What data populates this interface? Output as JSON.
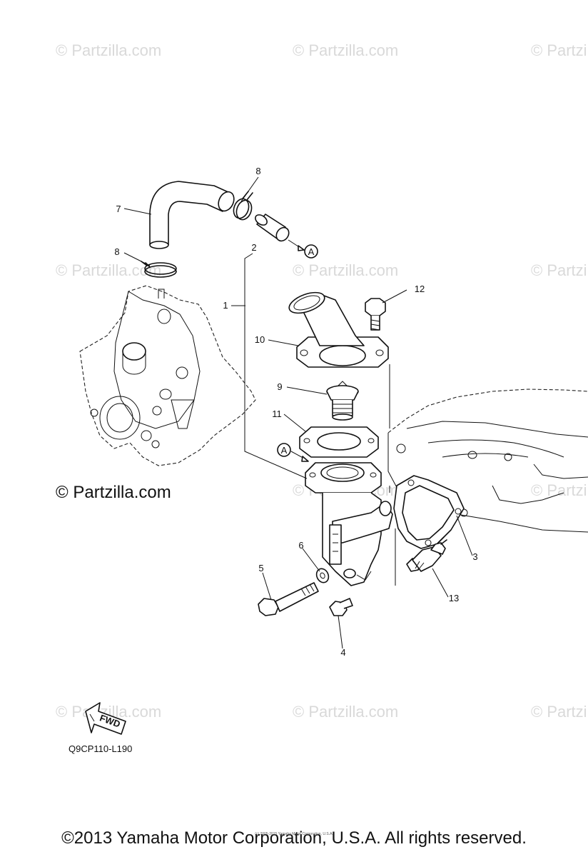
{
  "watermark_text": "© Partzilla.com",
  "partzilla_mark": "© Partzilla.com",
  "diagram_code": "Q9CP110-L190",
  "fwd_label": "FWD",
  "ref_marker": "A",
  "copyright": "©2013 Yamaha Motor Corporation, U.S.A. All rights reserved.",
  "tiny_credit": "(c) 2005-2015 Yamaha Motor Corporation, U.S.A.",
  "callouts": {
    "c1": "1",
    "c2": "2",
    "c3": "3",
    "c4": "4",
    "c5": "5",
    "c6": "6",
    "c7": "7",
    "c8_top": "8",
    "c8_left": "8",
    "c9": "9",
    "c10": "10",
    "c11": "11",
    "c12": "12",
    "c13": "13"
  }
}
